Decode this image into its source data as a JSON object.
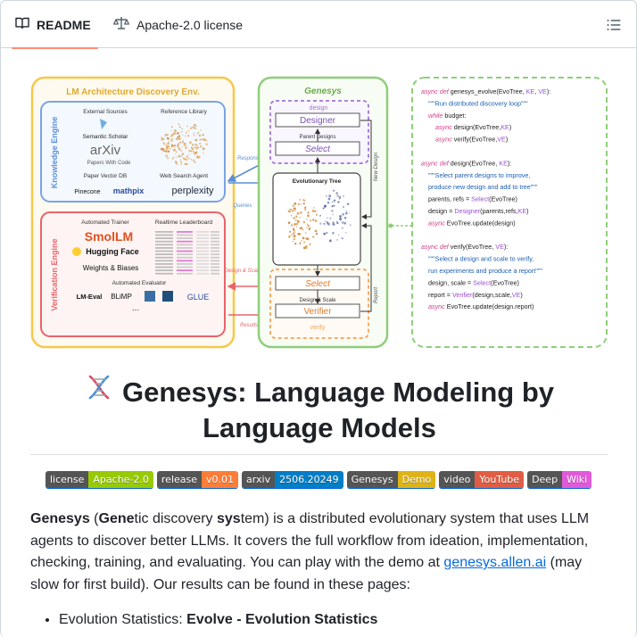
{
  "tabs": {
    "readme_label": "README",
    "license_label": "Apache-2.0 license"
  },
  "diagram": {
    "env_title": "LM Architecture Discovery Env.",
    "knowledge_engine": "Knowledge Engine",
    "verification_engine": "Verification Engine",
    "external_sources": "External Sources",
    "reference_library": "Reference Library",
    "semantic_scholar": "Semantic Scholar",
    "arxiv": "arXiv",
    "papers_with_code": "Papers With Code",
    "paper_vector_db": "Paper Vector DB",
    "web_search_agent": "Web Search Agent",
    "pinecone": "Pinecone",
    "mathpix": "mathpix",
    "perplexity": "perplexity",
    "automated_trainer": "Automated Trainer",
    "realtime_leaderboard": "Realtime Leaderboard",
    "smollm": "SmolLM",
    "hugging_face": "Hugging Face",
    "weights_biases": "Weights & Biases",
    "automated_evaluator": "Automated Evaluator",
    "lm_eval": "LM-Eval",
    "blimp": "BLiMP",
    "glue": "GLUE",
    "ellipsis": "...",
    "responses": "Responses",
    "queries": "Queries",
    "design_scale": "Design & Scale",
    "results": "Results",
    "genesys": "Genesys",
    "design": "design",
    "designer": "Designer",
    "parent_designs": "Parent Designs",
    "select": "Select",
    "new_design": "New Design",
    "evolutionary_tree": "Evolutionary Tree",
    "report": "Report",
    "select2": "Select",
    "design_and_scale": "Design & Scale",
    "verifier": "Verifier",
    "verify": "verify",
    "code": [
      "async def genesys_evolve(EvoTree, KE, VE):",
      "    \"\"\"Run distributed discovery loop\"\"\"",
      "    while budget:",
      "        async design(EvoTree,KE)",
      "        async verify(EvoTree,VE)",
      "",
      "async def design(EvoTree, KE):",
      "    \"\"\"Select parent designs to improve,",
      "    produce new design and add to tree\"\"\"",
      "    parents, refs = Select(EvoTree)",
      "    design = Designer(parents,refs,KE)",
      "    async EvoTree.update(design)",
      "",
      "async def verify(EvoTree, VE):",
      "    \"\"\"Select a design and scale to verify,",
      "    run experiments and produce a report\"\"\"",
      "    design, scale = Select(EvoTree)",
      "    report = Verifier(design,scale,VE)",
      "    async EvoTree.update(design.report)"
    ]
  },
  "title": {
    "line1": "Genesys: Language Modeling by",
    "line2": "Language Models"
  },
  "badges": [
    {
      "left": "license",
      "right": "Apache-2.0",
      "color": "#97ca00"
    },
    {
      "left": "release",
      "right": "v0.01",
      "color": "#fe7d37"
    },
    {
      "left": "arxiv",
      "right": "2506.20249",
      "color": "#007ec6"
    },
    {
      "left": "Genesys",
      "right": "Demo",
      "color": "#dfb317"
    },
    {
      "left": "video",
      "right": "YouTube",
      "color": "#e05d44"
    },
    {
      "left": "Deep",
      "right": "Wiki",
      "color": "#e05ad8"
    }
  ],
  "intro": {
    "genesys": "Genesys",
    "open_paren": " (",
    "gene": "Gene",
    "tic": "tic discovery ",
    "sys": "sys",
    "rest": "tem) is a distributed evolutionary system that uses LLM agents to discover better LLMs. It covers the full workflow from ideation, implementation, checking, training, and evaluating. You can play with the demo at ",
    "link": "genesys.allen.ai",
    "tail": " (may slow for first build). Our results can be found in these pages:"
  },
  "bullets": [
    {
      "label": "Evolution Statistics: ",
      "link": "Evolve - Evolution Statistics"
    }
  ],
  "colors": {
    "accent": "#fd8c73",
    "link": "#0969da",
    "env_border": "#f6c84b",
    "knowledge": "#7aa3e5",
    "verification": "#e8646b",
    "genesys": "#8fce7a",
    "design_purple": "#a374d4",
    "verify_orange": "#f4a35a"
  }
}
